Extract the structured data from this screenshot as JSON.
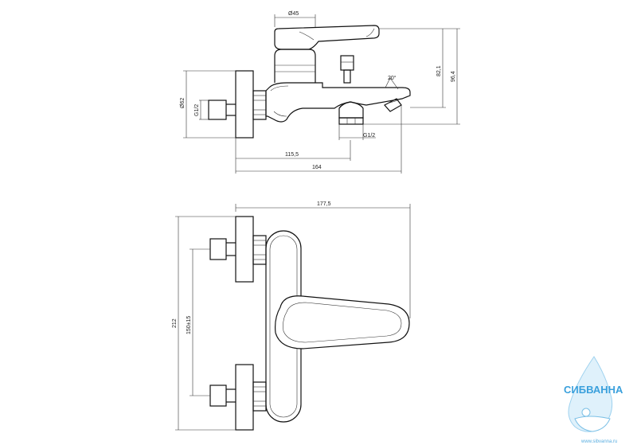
{
  "dimensions": {
    "d45": "Ø45",
    "h82": "82,1",
    "h96": "96,4",
    "angle": "20°",
    "d62": "Ø62",
    "g12_left": "G1/2",
    "g12_bottom": "G1/2",
    "w115": "115,5",
    "w164": "164",
    "w177": "177,5",
    "h212": "212",
    "c150": "150±15"
  },
  "logo": {
    "name": "СИБВАННА",
    "url": "www.sibvanna.ru"
  },
  "colors": {
    "line": "#111111",
    "logo": "#3aa0dc"
  }
}
